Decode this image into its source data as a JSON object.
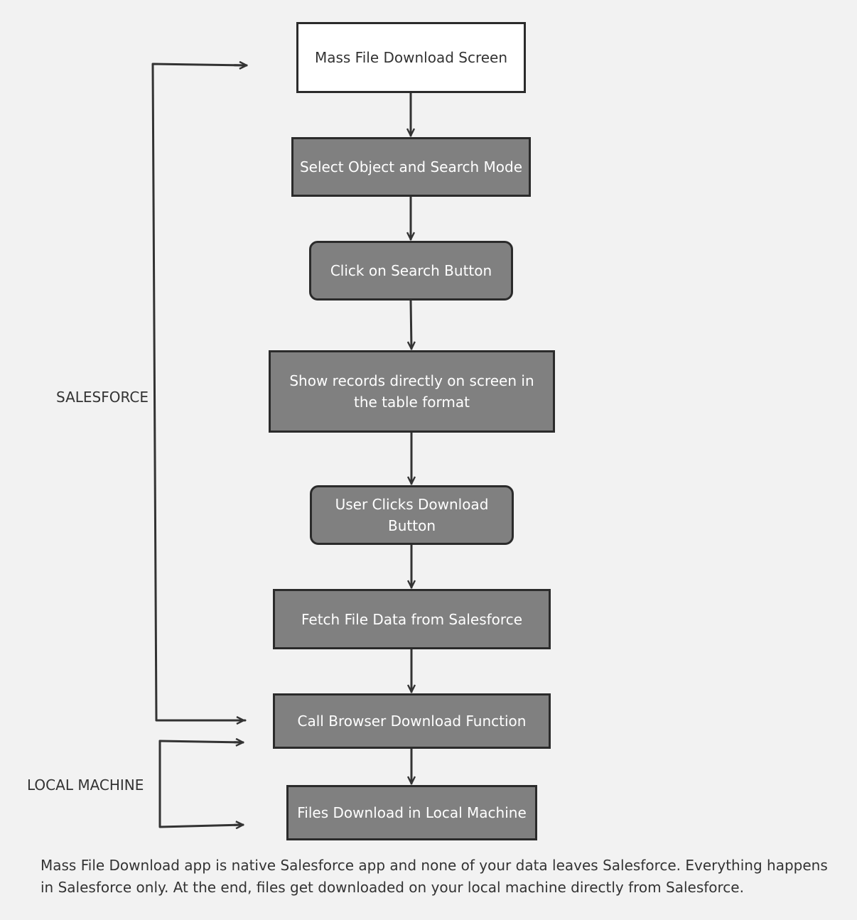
{
  "nodes": {
    "start": "Mass File Download Screen",
    "select": "Select Object and Search Mode",
    "search": "Click on Search Button",
    "show": "Show records directly on screen in the table format",
    "userclick": "User Clicks Download Button",
    "fetch": "Fetch File Data from Salesforce",
    "call": "Call Browser Download Function",
    "files": "Files Download in Local Machine"
  },
  "groups": {
    "salesforce": "SALESFORCE",
    "local": "LOCAL MACHINE"
  },
  "caption": "Mass File Download app is native Salesforce app and none of your data leaves Salesforce. Everything happens in Salesforce only. At the end, files get downloaded on your local machine directly from Salesforce.",
  "colors": {
    "background": "#f2f2f2",
    "node_fill": "#808080",
    "node_border": "#2b2b2b",
    "node_text": "#ffffff",
    "start_fill": "#ffffff",
    "line": "#333333"
  }
}
